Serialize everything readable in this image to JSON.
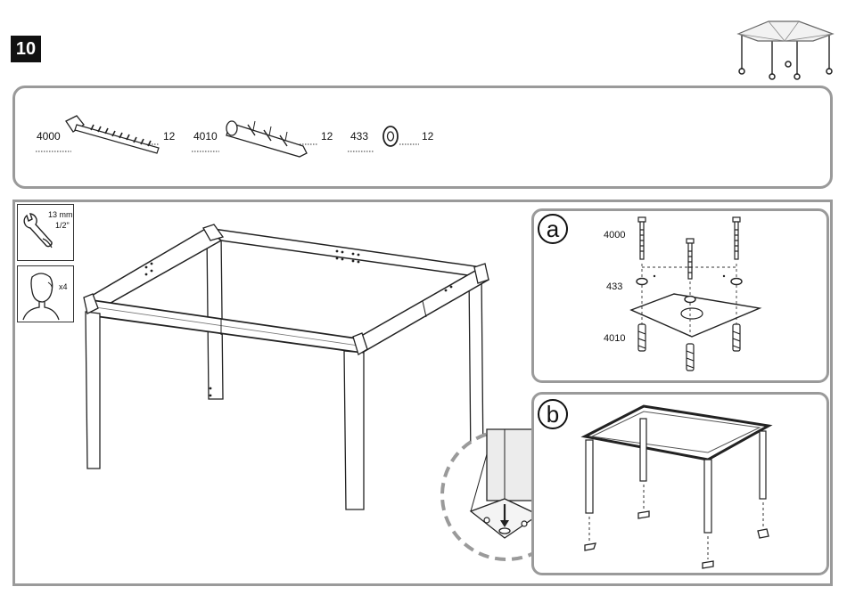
{
  "step": {
    "number": "10"
  },
  "parts": [
    {
      "code": "4000",
      "qty": "12",
      "icon": "lag-screw-icon"
    },
    {
      "code": "4010",
      "qty": "12",
      "icon": "wall-anchor-icon"
    },
    {
      "code": "433",
      "qty": "12",
      "icon": "washer-icon"
    }
  ],
  "tools": {
    "wrench_size_mm": "13 mm",
    "wrench_size_in": "1/2\"",
    "workers": "x4",
    "wrench_icon": "wrench-icon",
    "worker_icon": "person-icon"
  },
  "detail_a": {
    "letter": "a",
    "labels": {
      "screw": "4000",
      "washer": "433",
      "anchor": "4010"
    }
  },
  "detail_b": {
    "letter": "b"
  }
}
